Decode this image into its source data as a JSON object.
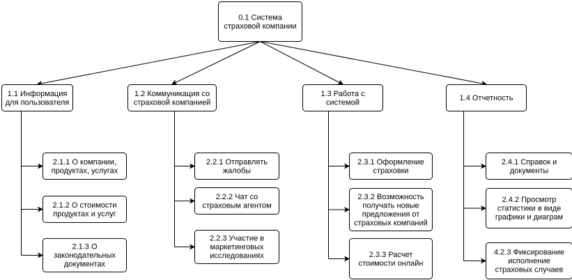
{
  "diagram": {
    "root": {
      "lines": [
        "0.1 Система",
        "страховой компании"
      ]
    },
    "branches": [
      {
        "lines": [
          "1.1 Информация",
          "для пользователя"
        ],
        "children": [
          {
            "lines": [
              "2.1.1 О компании,",
              "продуктах, услугах"
            ]
          },
          {
            "lines": [
              "2.1.2 О стоимости",
              "продуктах и услуг"
            ]
          },
          {
            "lines": [
              "2.1.3 О",
              "законодательных",
              "документах"
            ]
          }
        ]
      },
      {
        "lines": [
          "1.2 Коммуникация со",
          "страховой компанией"
        ],
        "children": [
          {
            "lines": [
              "2.2.1 Отправлять",
              "жалобы"
            ]
          },
          {
            "lines": [
              "2.2.2 Чат со",
              "страховым агентом"
            ]
          },
          {
            "lines": [
              "2.2.3 Участие в",
              "маркетинговых",
              "исследованиях"
            ]
          }
        ]
      },
      {
        "lines": [
          "1.3 Работа с",
          "системой"
        ],
        "children": [
          {
            "lines": [
              "2.3.1 Оформление",
              "страховки"
            ]
          },
          {
            "lines": [
              "2.3.2 Возможность",
              "получать новые",
              "предложения от",
              "страховых компаний"
            ]
          },
          {
            "lines": [
              "2.3.3 Расчет",
              "стоимости онлайн"
            ]
          }
        ]
      },
      {
        "lines": [
          "1.4 Отчетность"
        ],
        "children": [
          {
            "lines": [
              "2.4.1 Справок и",
              "документы"
            ]
          },
          {
            "lines": [
              "2.4.2 Просмотр",
              "статистики в виде",
              "графики и диаграм"
            ]
          },
          {
            "lines": [
              "4.2.3 Фиксирование",
              "исполнение",
              "страховых случаев"
            ]
          }
        ]
      }
    ]
  }
}
